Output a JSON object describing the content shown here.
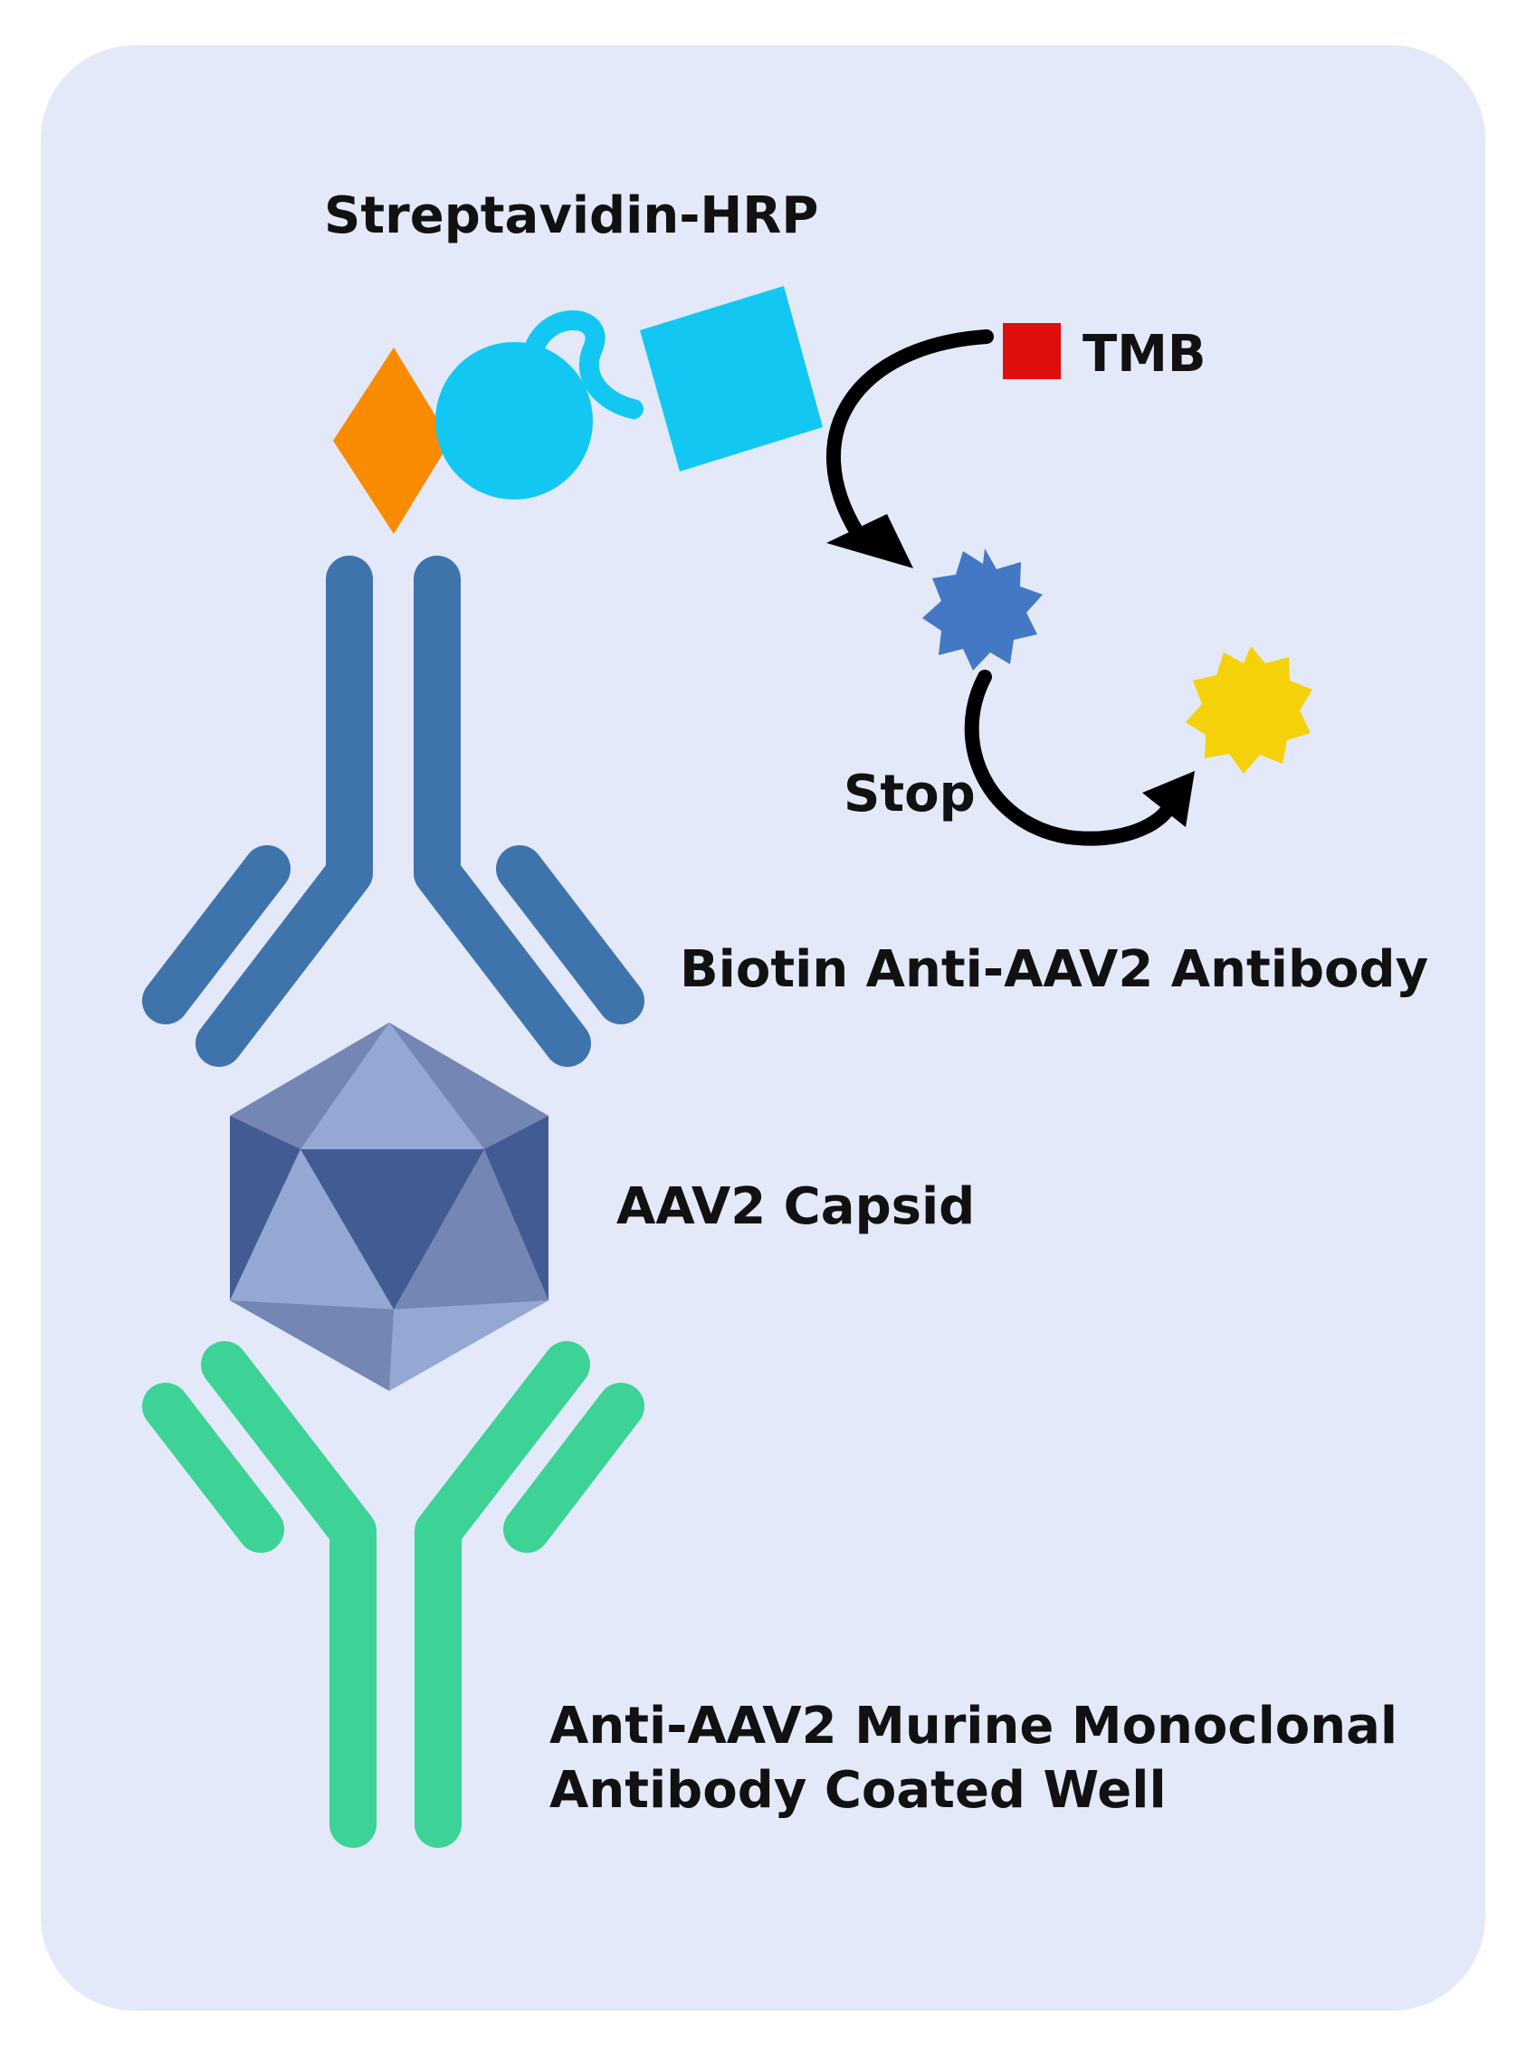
{
  "labels": {
    "streptavidin": "Streptavidin-HRP",
    "tmb": "TMB",
    "stop": "Stop",
    "biotin_antibody": "Biotin Anti-AAV2 Antibody",
    "capsid": "AAV2 Capsid",
    "coated_well_line1": "Anti-AAV2 Murine Monoclonal",
    "coated_well_line2": "Antibody Coated Well"
  },
  "colors": {
    "panel_background": "#e3e9f9",
    "detection_antibody": "#3f73ab",
    "capture_antibody": "#3dd296",
    "biotin": "#f98b00",
    "streptavidin_hrp": "#12c8f2",
    "tmb_substrate": "#e00d0d",
    "oxidized_product": "#4477c4",
    "stopped_product": "#f5d10a",
    "arrows": "#000000",
    "capsid_dark": "#425c93",
    "capsid_mid": "#7586b5",
    "capsid_light": "#95a8d4"
  }
}
